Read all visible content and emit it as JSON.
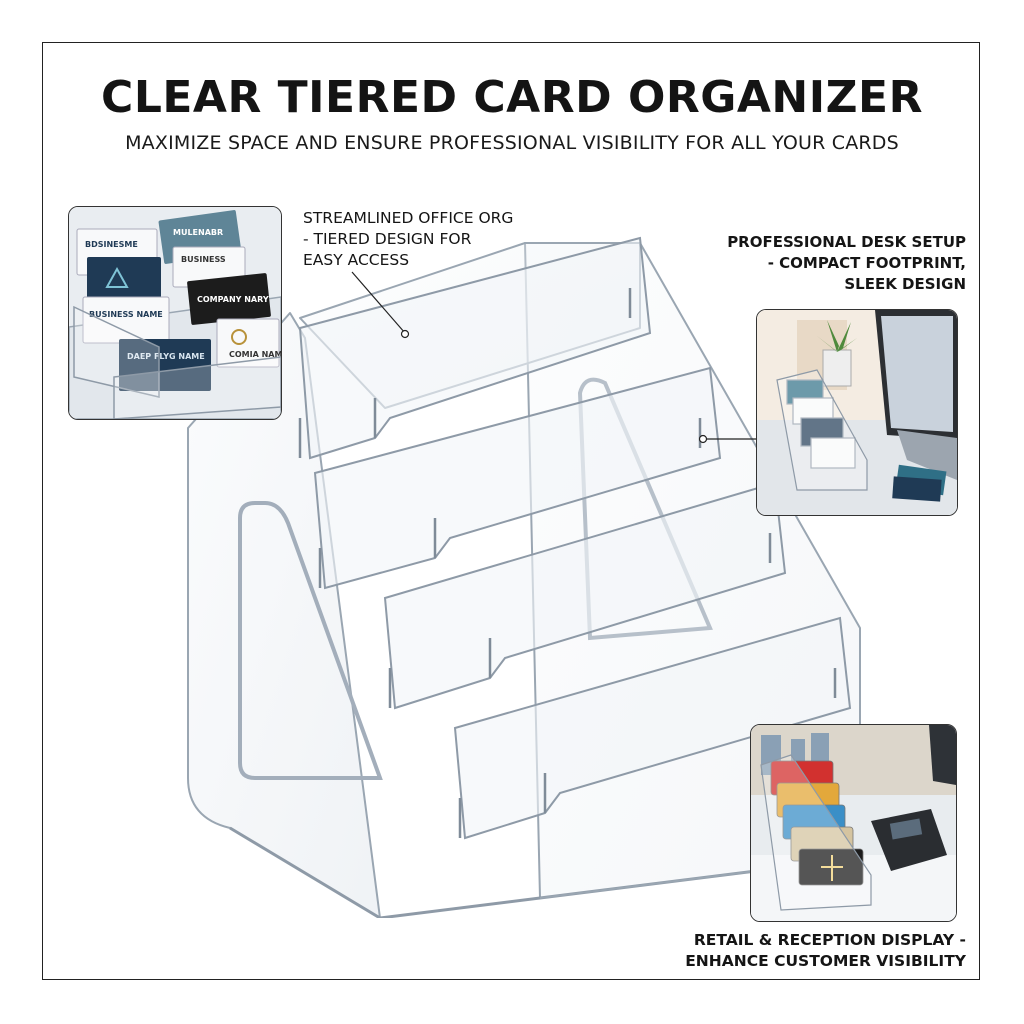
{
  "header": {
    "title": "CLEAR TIERED CARD ORGANIZER",
    "subtitle": "MAXIMIZE SPACE AND ENSURE PROFESSIONAL VISIBILITY FOR ALL YOUR CARDS"
  },
  "callouts": {
    "office": "STREAMLINED OFFICE ORG\n- TIERED DESIGN FOR\nEASY ACCESS",
    "desk": "PROFESSIONAL DESK SETUP\n- COMPACT FOOTPRINT,\nSLEEK DESIGN",
    "retail": "RETAIL & RECEPTION DISPLAY -\nENHANCE CUSTOMER VISIBILITY"
  },
  "inset_office": {
    "cards": [
      "BDSINESME",
      "MULENABR",
      "BUSINESS",
      "BUSINESS NAME",
      "COMPANY NARY",
      "DAEP FLYG NAME",
      "COMIA NAME"
    ]
  },
  "colors": {
    "frame": "#222222",
    "acrylic_edge": "#b8c2cc",
    "card_navy": "#1f3a55",
    "card_teal": "#2f6f86",
    "card_black": "#1c1c1c"
  }
}
